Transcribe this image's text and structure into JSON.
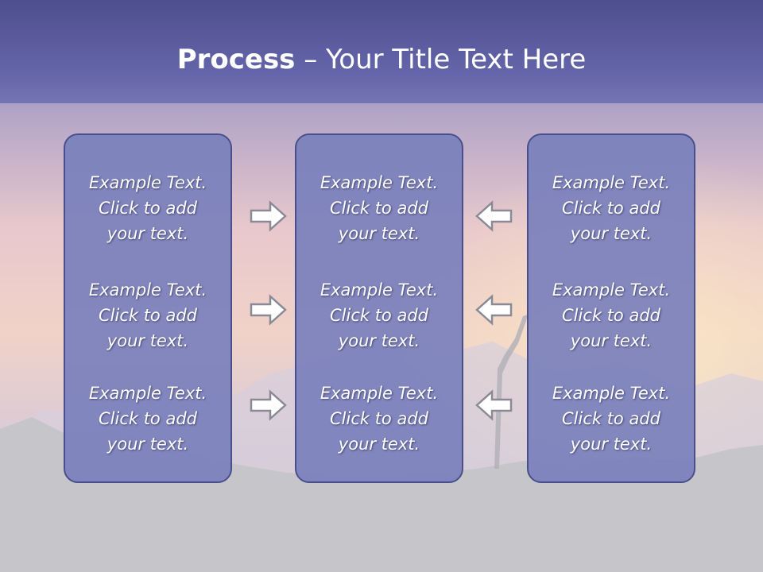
{
  "title": {
    "bold": "Process",
    "rest": " – Your Title Text Here"
  },
  "panels": [
    {
      "cells": [
        {
          "lines": [
            "Example Text.",
            "Click  to add",
            "your text."
          ]
        },
        {
          "lines": [
            "Example Text.",
            "Click  to add",
            "your text."
          ]
        },
        {
          "lines": [
            "Example Text.",
            "Click  to add",
            "your text."
          ]
        }
      ]
    },
    {
      "cells": [
        {
          "lines": [
            "Example Text.",
            "Click  to add",
            "your text."
          ]
        },
        {
          "lines": [
            "Example Text.",
            "Click  to add",
            "your text."
          ]
        },
        {
          "lines": [
            "Example Text.",
            "Click  to add",
            "your text."
          ]
        }
      ]
    },
    {
      "cells": [
        {
          "lines": [
            "Example Text.",
            "Click  to add",
            "your text."
          ]
        },
        {
          "lines": [
            "Example Text.",
            "Click  to add",
            "your text."
          ]
        },
        {
          "lines": [
            "Example Text.",
            "Click  to add",
            "your text."
          ]
        }
      ]
    }
  ],
  "arrows": {
    "left_to_mid": "right-arrow-icon",
    "right_to_mid": "left-arrow-icon"
  },
  "colors": {
    "title_band": "#5c5da3",
    "panel_fill": "#7a80bc",
    "panel_border": "#4a4f8c",
    "ground": "#c6c5ca"
  }
}
